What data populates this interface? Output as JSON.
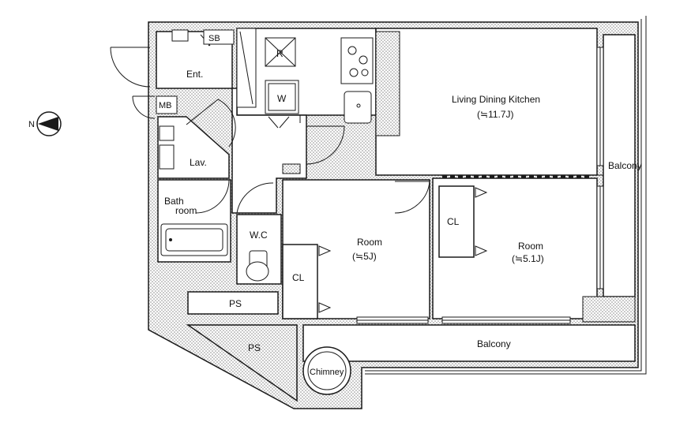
{
  "plan": {
    "labels": {
      "sb": "SB",
      "entrance": "Ent.",
      "mb": "MB",
      "lavatory": "Lav.",
      "bath_line1": "Bath",
      "bath_line2": "room",
      "wc": "W.C",
      "ps_upper": "PS",
      "ps_lower": "PS",
      "cl_left": "CL",
      "cl_right": "CL",
      "room1_name": "Room",
      "room1_size": "(≒5J)",
      "room2_name": "Room",
      "room2_size": "(≒5.1J)",
      "ldk_name": "Living Dining Kitchen",
      "ldk_size": "(≒11.7J)",
      "balcony_side": "Balcony",
      "balcony_bottom": "Balcony",
      "chimney": "Chimney",
      "refrigerator": "R",
      "washer": "W",
      "compass": "N"
    },
    "colors": {
      "wall": "#1a1a1a",
      "hatch": "#9a9a9a",
      "background": "#ffffff"
    }
  }
}
